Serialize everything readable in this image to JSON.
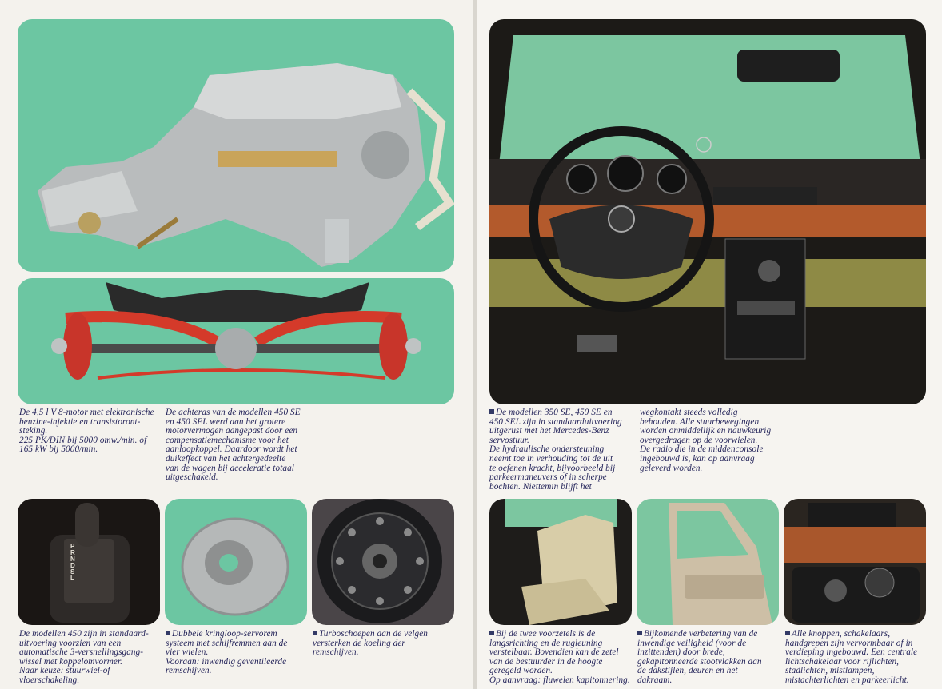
{
  "left_page": {
    "captions": {
      "engine": "De 4,5 l V 8-motor met elektronische\nbenzine-injektie en transistoront-\nsteking.\n225 PK/DIN bij 5000 omw./min. of\n165 kW bij 5000/min.",
      "rear_axle": "De achteras van de modellen 450 SE\nen 450 SEL werd aan het grotere\nmotorvermogen aangepast door een\ncompensatiemechanisme voor het\naanloopkoppel. Daardoor wordt het\nduikeffect van het achtergedeelte\nvan de wagen bij acceleratie totaal\nuitgeschakeld.",
      "gearbox": "De modellen 450 zijn in standaard-\nuitvoering voorzien van een\nautomatische 3-versnellingsgang-\nwissel met koppelomvormer.\nNaar keuze: stuurwiel-of\nvloerschakeling.",
      "brakes": "Dubbele kringloop-servorem\nsysteem met schijfremmen aan de\nvier wielen.\nVooraan: inwendig geventileerde\nremschijven.",
      "wheel": "Turboschoepen aan de velgen\nversterken de koeling der\nremschijven."
    },
    "gear_selector_label": "P\nR\nN\nD\nS\nL"
  },
  "right_page": {
    "captions": {
      "steering_a": "De modellen 350 SE, 450 SE en\n450 SEL zijn in standaarduitvoering\nuitgerust met het Mercedes-Benz\nservostuur.\nDe hydraulische ondersteuning\nneemt toe in verhouding tot de uit\nte oefenen kracht, bijvoorbeeld bij\nparkeermaneuvers of in scherpe\nbochten. Niettemin blijft het",
      "steering_b": "wegkontakt steeds volledig\nbehouden. Alle stuurbewegingen\nworden onmiddellijk en nauwkeurig\novergedragen op de voorwielen.\nDe radio die in de middenconsole\ningebouwd is, kan op aanvraag\ngeleverd worden.",
      "seats": "Bij de twee voorzetels is de\nlangsrichting en de rugleuning\nverstelbaar. Bovendien kan de zetel\nvan de bestuurder in de hoogte\ngeregeld worden.\nOp aanvraag: fluwelen kapitonnering.",
      "door": "Bijkomende verbetering van de\ninwendige veiligheid (voor de\ninzittenden) door brede,\ngekapitonneerde stootvlakken aan\nde dakstijlen, deuren en het\ndakraam.",
      "switches": "Alle knoppen, schakelaars,\nhandgrepen zijn vervormbaar of in\nverdieping ingebouwd. Een centrale\nlichtschakelaar voor rijlichten,\nstadlichten, mistlampen,\nmistachterlichten en parkeerlicht."
    }
  },
  "colors": {
    "panel_green": "#6cc6a2",
    "text": "#24245a",
    "paper": "#f4f2ed"
  }
}
